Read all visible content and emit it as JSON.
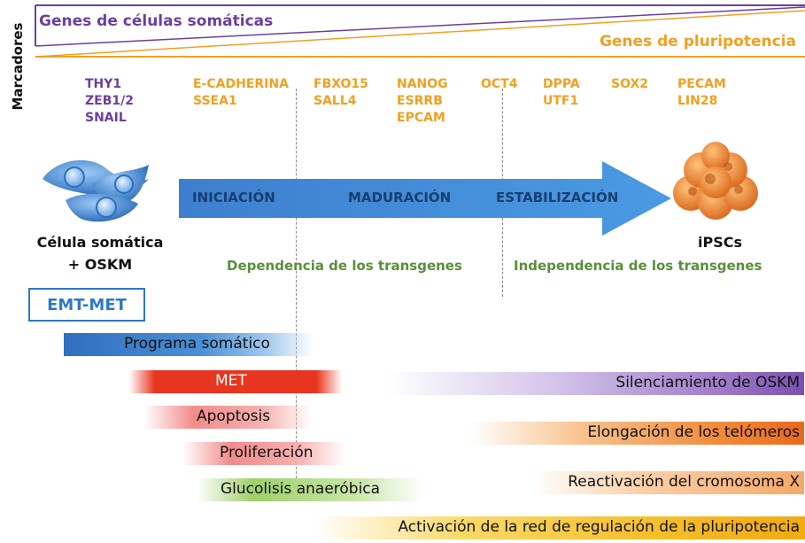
{
  "header": {
    "side_label": "Marcadores",
    "somatic_genes": "Genes de células somáticas",
    "pluripotency_genes": "Genes de pluripotencia"
  },
  "markers": [
    {
      "lines": [
        "THY1",
        "ZEB1/2",
        "SNAIL"
      ],
      "color": "#6b3fa0"
    },
    {
      "lines": [
        "E-CADHERINA",
        "SSEA1"
      ],
      "color": "#f0a020"
    },
    {
      "lines": [
        "FBXO15",
        "SALL4"
      ],
      "color": "#f0a020"
    },
    {
      "lines": [
        "NANOG",
        "ESRRB",
        "EPCAM"
      ],
      "color": "#f0a020"
    },
    {
      "lines": [
        "OCT4"
      ],
      "color": "#f0a020"
    },
    {
      "lines": [
        "DPPA",
        "UTF1"
      ],
      "color": "#f0a020"
    },
    {
      "lines": [
        "SOX2"
      ],
      "color": "#f0a020"
    },
    {
      "lines": [
        "PECAM",
        "LIN28"
      ],
      "color": "#f0a020"
    }
  ],
  "stages": [
    "INICIACIÓN",
    "MADURACIÓN",
    "ESTABILIZACIÓN"
  ],
  "left_cell": {
    "line1": "Célula somática",
    "line2": "+ OSKM"
  },
  "right_cell": {
    "label": "iPSCs"
  },
  "dependence": {
    "left": "Dependencia de los transgenes",
    "right": "Independencia de los transgenes"
  },
  "emt_met": "EMT-MET",
  "processes": {
    "somatic_program": "Programa somático",
    "met": "MET",
    "apoptosis": "Apoptosis",
    "proliferation": "Proliferación",
    "glycolysis": "Glucolisis anaeróbica",
    "oskm_silencing": "Silenciamiento de OSKM",
    "telomere": "Elongación de los telómeros",
    "x_reactivation": "Reactivación del cromosoma X",
    "network": "Activación de la red de regulación de la pluripotencia"
  },
  "colors": {
    "purple": "#6b3fa0",
    "orange": "#f0a020",
    "arrow_blue": "#3d8ad6",
    "stage_text": "#1a3e6e",
    "green": "#5a8f3a",
    "cell_blue": "#3b7fd1",
    "ipsc_orange": "#e67a22"
  }
}
